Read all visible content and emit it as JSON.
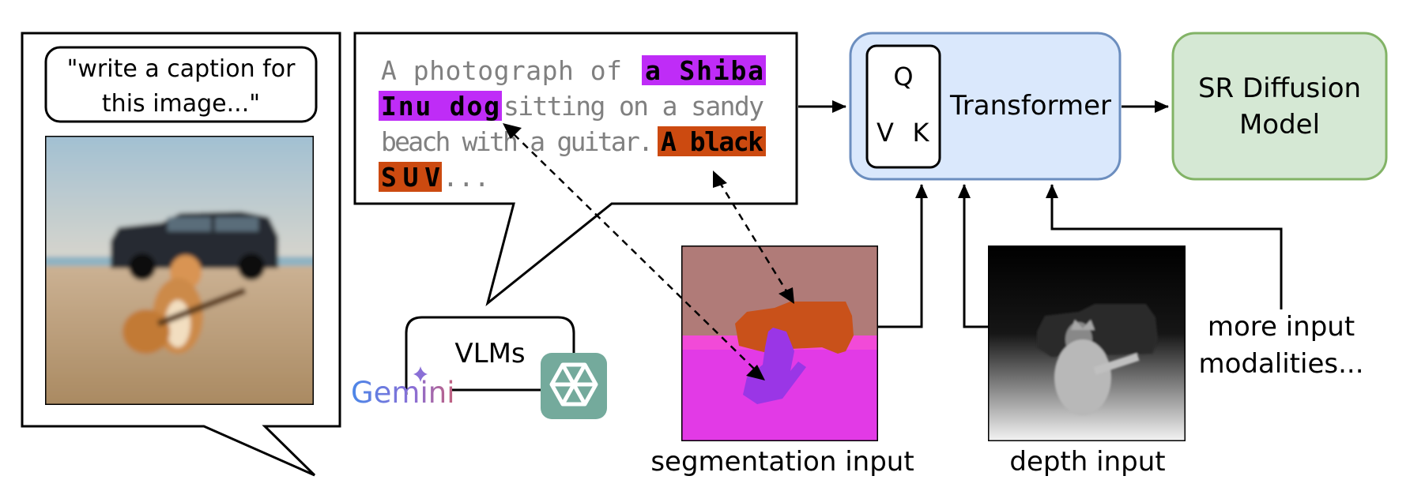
{
  "prompt": {
    "line1": "\"write a caption for",
    "line2": "this image...\""
  },
  "caption": {
    "l1_plain": "A photograph of ",
    "l1_hl": "a Shiba",
    "l2_hl": "Inu dog",
    "l2_plain": " sitting on a sandy",
    "l3_plain": "beach with a guitar. ",
    "l3_hl": "A black",
    "l4_hl": "SUV",
    "l4_plain": " ..."
  },
  "vlm": {
    "label": "VLMs",
    "gemini": "Gemini"
  },
  "transformer": {
    "q": "Q",
    "v": "V",
    "k": "K",
    "label": "Transformer"
  },
  "sr_model": {
    "line1": "SR Diffusion",
    "line2": "Model"
  },
  "inputs": {
    "segmentation": "segmentation input",
    "depth": "depth input",
    "more_line1": "more input",
    "more_line2": "modalities..."
  },
  "colors": {
    "transformer_fill": "#dae8fc",
    "transformer_stroke": "#6c8ebf",
    "sr_fill": "#d5e8d4",
    "sr_stroke": "#82b366",
    "dog_highlight": "#bf2cf7",
    "suv_highlight": "#cc4a10",
    "caption_gray": "#808080",
    "seg_sky": "#b07b78",
    "seg_ground": "#e23ae6",
    "seg_car": "#c9511a",
    "seg_dog": "#9a36e6",
    "openai_bg": "#74aa9c"
  }
}
